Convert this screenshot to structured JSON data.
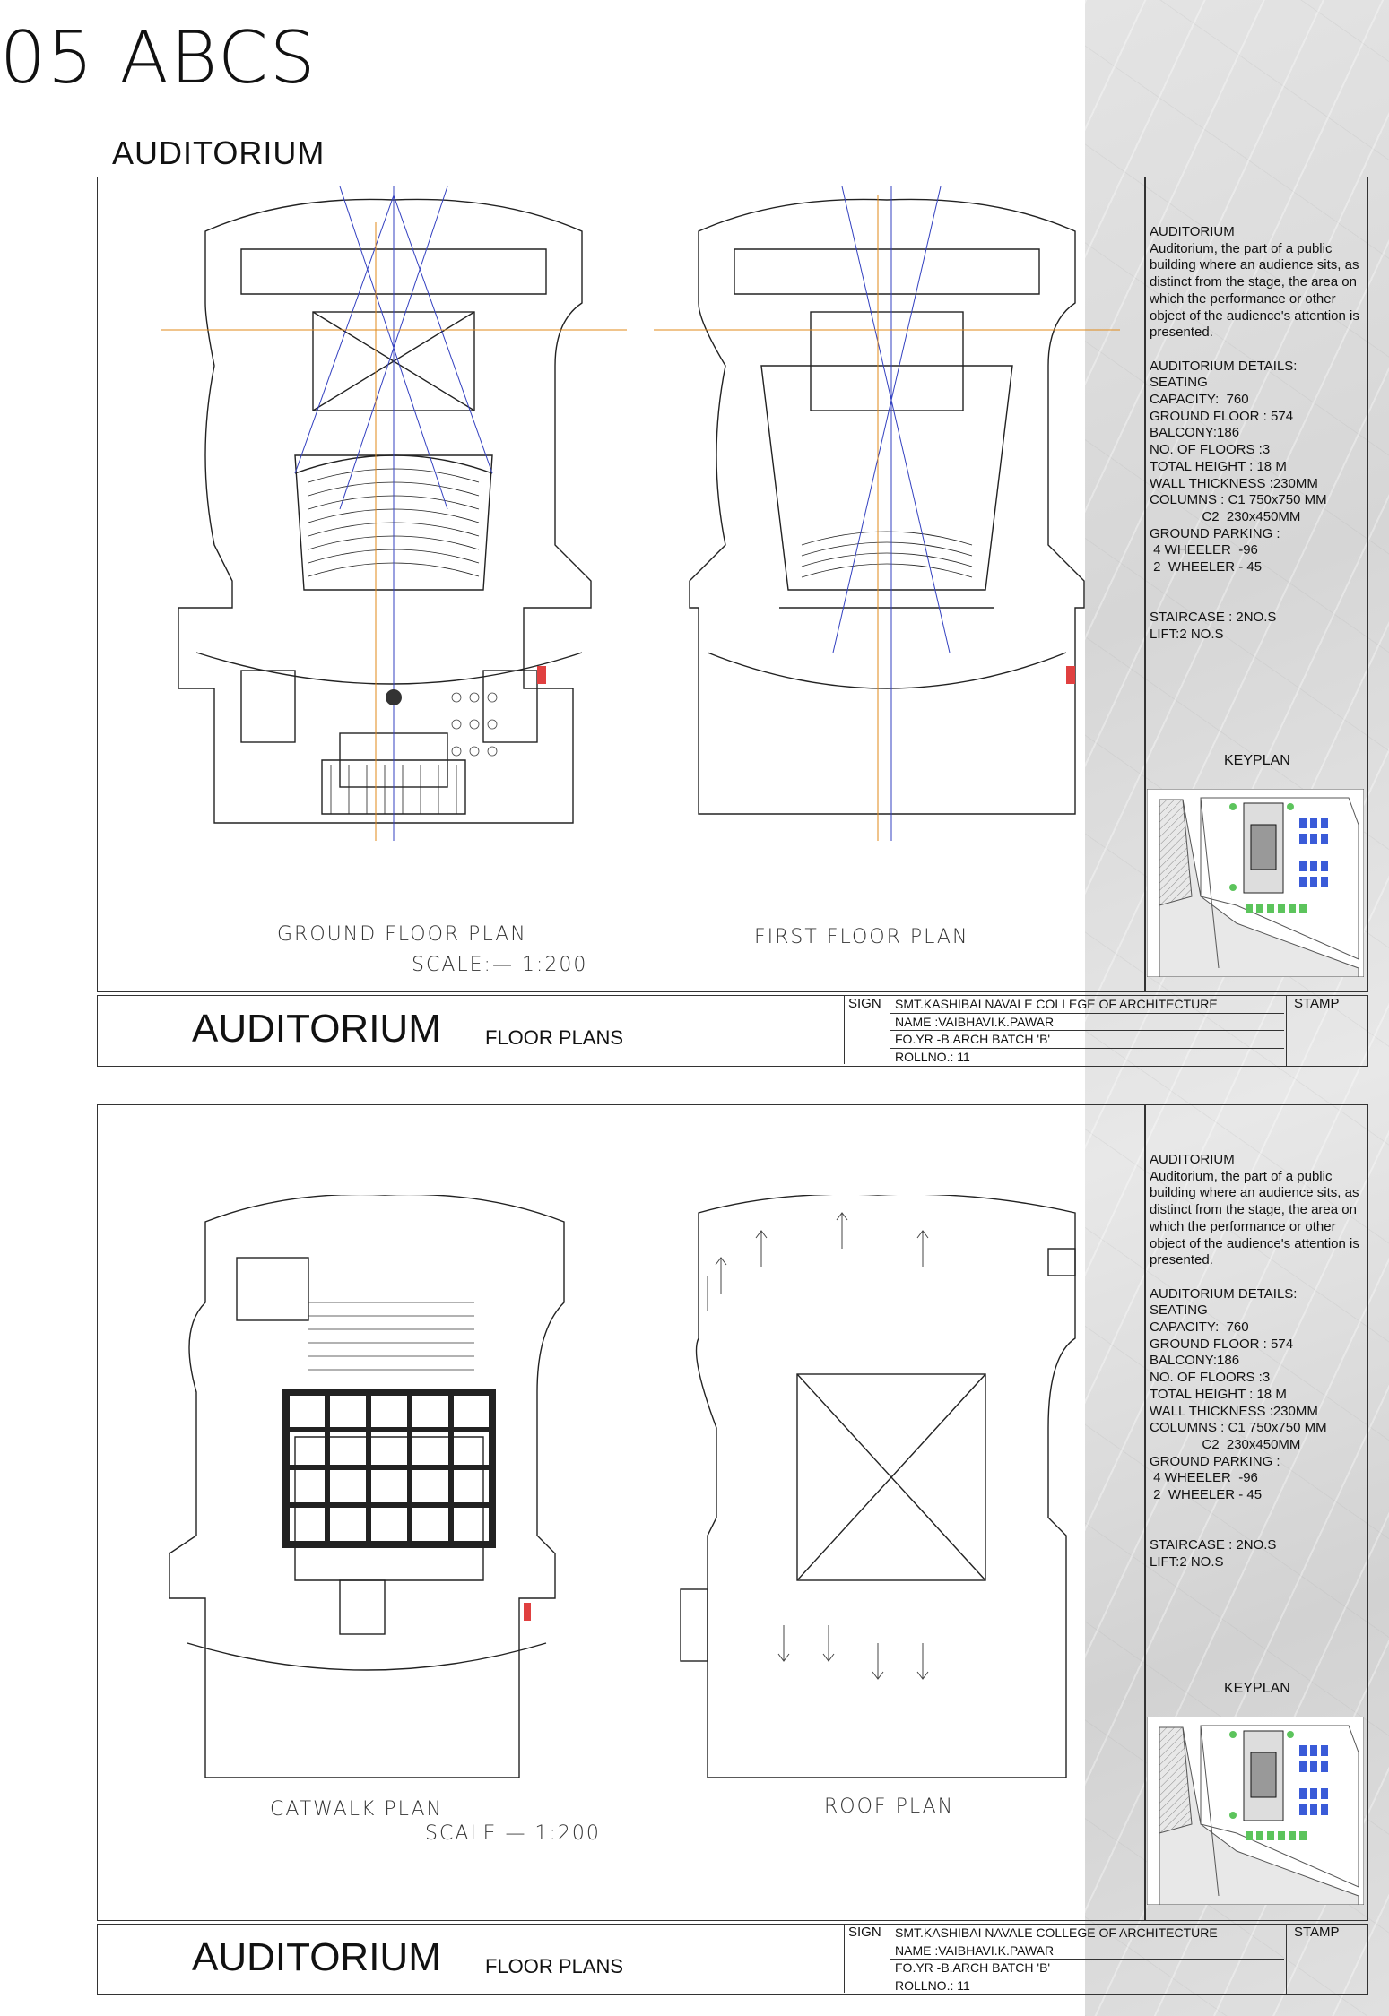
{
  "page_number": "05",
  "page_title": "ABCS",
  "section_title": "AUDITORIUM",
  "sheets": [
    {
      "description": "AUDITORIUM\nAuditorium, the part of a public building where an audience sits, as distinct from the stage, the area on which the performance or other object of the audience's attention is presented.\n\nAUDITORIUM DETAILS:\nSEATING\nCAPACITY:  760\nGROUND FLOOR : 574\nBALCONY:186\nNO. OF FLOORS :3\nTOTAL HEIGHT : 18 M\nWALL THICKNESS :230MM\nCOLUMNS : C1 750x750 MM\n              C2  230x450MM\nGROUND PARKING :\n 4 WHEELER  -96\n 2  WHEELER - 45\n\n\nSTAIRCASE : 2NO.S\nLIFT:2 NO.S",
      "keyplan_label": "KEYPLAN",
      "plan_left_label": "GROUND FLOOR PLAN",
      "plan_right_label": "FIRST FLOOR PLAN",
      "scale_label": "SCALE:— 1:200",
      "title_big": "AUDITORIUM",
      "title_small": "FLOOR PLANS",
      "sign_label": "SIGN",
      "stamp_label": "STAMP",
      "info": [
        "SMT.KASHIBAI NAVALE COLLEGE OF ARCHITECTURE",
        "NAME :VAIBHAVI.K.PAWAR",
        "FO.YR -B.ARCH     BATCH 'B'",
        "ROLLNO.: 11"
      ]
    },
    {
      "description": "AUDITORIUM\nAuditorium, the part of a public building where an audience sits, as distinct from the stage, the area on which the performance or other object of the audience's attention is presented.\n\nAUDITORIUM DETAILS:\nSEATING\nCAPACITY:  760\nGROUND FLOOR : 574\nBALCONY:186\nNO. OF FLOORS :3\nTOTAL HEIGHT : 18 M\nWALL THICKNESS :230MM\nCOLUMNS : C1 750x750 MM\n              C2  230x450MM\nGROUND PARKING :\n 4 WHEELER  -96\n 2  WHEELER - 45\n\n\nSTAIRCASE : 2NO.S\nLIFT:2 NO.S",
      "keyplan_label": "KEYPLAN",
      "plan_left_label": "CATWALK PLAN",
      "plan_right_label": "ROOF PLAN",
      "scale_label": "SCALE — 1:200",
      "title_big": "AUDITORIUM",
      "title_small": "FLOOR PLANS",
      "sign_label": "SIGN",
      "stamp_label": "STAMP",
      "info": [
        "SMT.KASHIBAI NAVALE COLLEGE OF ARCHITECTURE",
        "NAME :VAIBHAVI.K.PAWAR",
        "FO.YR -B.ARCH     BATCH 'B'",
        "ROLLNO.: 11"
      ]
    }
  ]
}
